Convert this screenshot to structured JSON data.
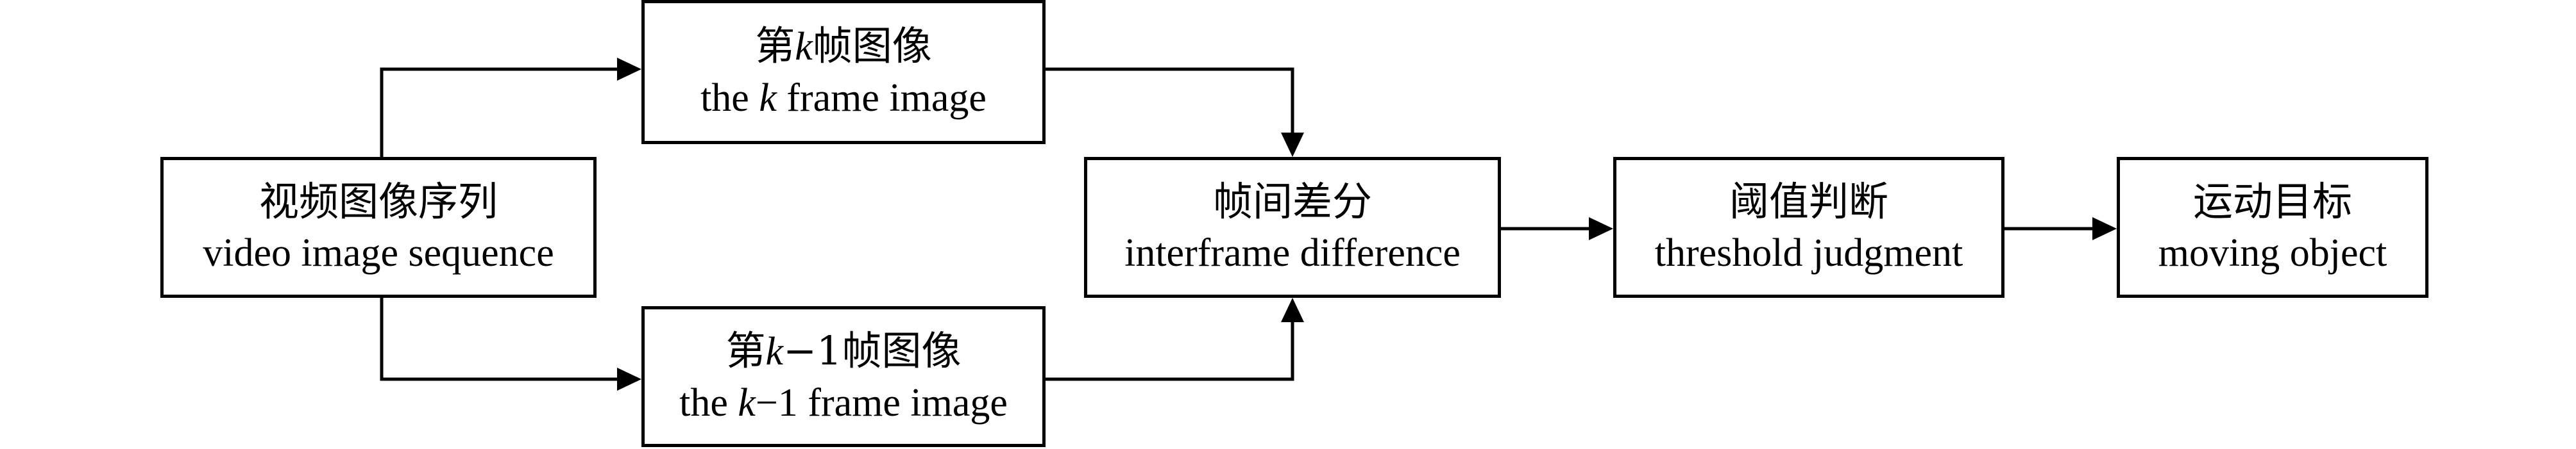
{
  "diagram": {
    "boxes": {
      "sequence": {
        "zh": "视频图像序列",
        "en": "video image sequence"
      },
      "frame_k": {
        "zh_pre": "第",
        "var": "k",
        "zh_post": "帧图像",
        "en_pre": "the ",
        "en_post": " frame image"
      },
      "frame_k1": {
        "zh_pre": "第",
        "var": "k",
        "zh_mid": "−1",
        "zh_post": "帧图像",
        "en_pre": "the ",
        "en_mid": "−1",
        "en_post": " frame image"
      },
      "difference": {
        "zh": "帧间差分",
        "en": "interframe difference"
      },
      "threshold": {
        "zh": "阈值判断",
        "en": "threshold judgment"
      },
      "object": {
        "zh": "运动目标",
        "en": "moving object"
      }
    },
    "colors": {
      "stroke": "#000000",
      "background": "#ffffff"
    }
  }
}
